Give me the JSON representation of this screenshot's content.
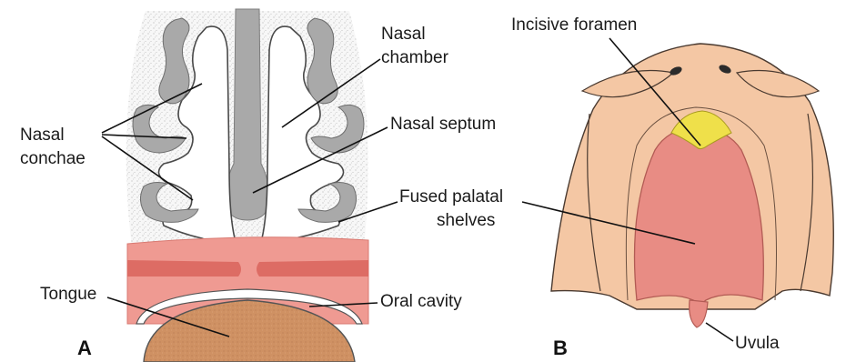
{
  "panel_a": {
    "letter": "A",
    "labels": {
      "nasal_chamber_1": "Nasal",
      "nasal_chamber_2": "chamber",
      "nasal_septum": "Nasal septum",
      "nasal_conchae_1": "Nasal",
      "nasal_conchae_2": "conchae",
      "fused_shelves_1": "Fused palatal",
      "fused_shelves_2": "shelves",
      "tongue": "Tongue",
      "oral_cavity": "Oral cavity"
    }
  },
  "panel_b": {
    "letter": "B",
    "labels": {
      "incisive_foramen": "Incisive foramen",
      "uvula": "Uvula"
    }
  },
  "colors": {
    "bone_gray": "#a9a9a9",
    "speckle_bg": "#f1f1f1",
    "palate_pink": "#ef9a92",
    "palate_band": "#d9645c",
    "tongue_brown": "#cf9163",
    "skin_peach": "#f4c7a4",
    "palate_b": "#e88c84",
    "foramen_yellow": "#efe04a"
  }
}
